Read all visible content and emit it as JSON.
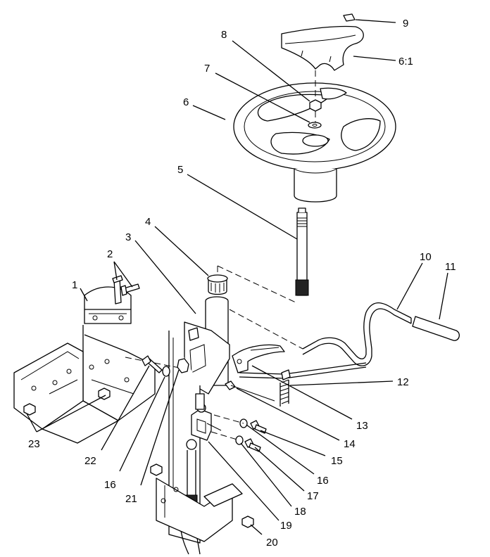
{
  "callouts": [
    {
      "id": "c1",
      "label": "1"
    },
    {
      "id": "c2",
      "label": "2"
    },
    {
      "id": "c3",
      "label": "3"
    },
    {
      "id": "c4",
      "label": "4"
    },
    {
      "id": "c5",
      "label": "5"
    },
    {
      "id": "c6",
      "label": "6"
    },
    {
      "id": "c6_1",
      "label": "6:1"
    },
    {
      "id": "c7",
      "label": "7"
    },
    {
      "id": "c8",
      "label": "8"
    },
    {
      "id": "c9",
      "label": "9"
    },
    {
      "id": "c10",
      "label": "10"
    },
    {
      "id": "c11",
      "label": "11"
    },
    {
      "id": "c12",
      "label": "12"
    },
    {
      "id": "c13",
      "label": "13"
    },
    {
      "id": "c14",
      "label": "14"
    },
    {
      "id": "c15",
      "label": "15"
    },
    {
      "id": "c16a",
      "label": "16"
    },
    {
      "id": "c16b",
      "label": "16"
    },
    {
      "id": "c17",
      "label": "17"
    },
    {
      "id": "c18",
      "label": "18"
    },
    {
      "id": "c19",
      "label": "19"
    },
    {
      "id": "c20",
      "label": "20"
    },
    {
      "id": "c21",
      "label": "21"
    },
    {
      "id": "c22",
      "label": "22"
    },
    {
      "id": "c23",
      "label": "23"
    }
  ]
}
